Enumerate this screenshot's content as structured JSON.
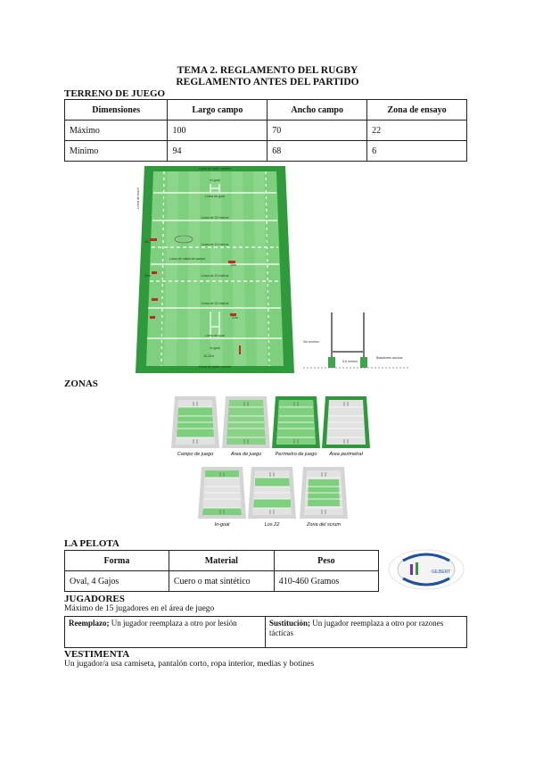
{
  "header": {
    "title_1": "TEMA 2. REGLAMENTO DEL RUGBY",
    "title_2": "REGLAMENTO ANTES DEL PARTIDO"
  },
  "terreno": {
    "heading": "TERRENO DE JUEGO",
    "columns": [
      "Dimensiones",
      "Largo campo",
      "Ancho campo",
      "Zona de ensayo"
    ],
    "rows": [
      [
        "Máximo",
        "100",
        "70",
        "22"
      ],
      [
        "Mínimo",
        "94",
        "68",
        "6"
      ]
    ]
  },
  "field_diagram": {
    "labels": {
      "top_line": "Línea de balón muerto",
      "ingoal_top": "In-goal",
      "goal_line_top": "Línea de goal",
      "l22_top": "Línea de 22 metros",
      "l10_top": "Línea de 10 metros",
      "center": "Línea de mitad de campo",
      "l10_bot": "Línea de 10 metros",
      "l22_bot": "Línea de 22 metros",
      "goal_line_bot": "Línea de goal",
      "ingoal_bot": "In-goal",
      "bottom_line": "Línea de balón muerto",
      "dim_5m": "5m",
      "dim_15m": "15m",
      "dim_10m": "10m",
      "dim_22m": "22m",
      "dim_range": "10-22m",
      "side_touch": "Línea de touch"
    },
    "post_labels": {
      "height": "3m mínimo",
      "width": "5,6 metros",
      "note": "Bastidores anchos"
    },
    "colors": {
      "field": "#3fa54a",
      "field_light": "#7ccf7b",
      "border": "#2e8b3a"
    }
  },
  "zonas": {
    "heading": "ZONAS",
    "row1": [
      "Campo de juego",
      "Área de juego",
      "Perímetro de juego",
      "Área perimetral"
    ],
    "row2": [
      "In-goal",
      "Los 22",
      "Zona del scrum"
    ]
  },
  "pelota": {
    "heading": "LA PELOTA",
    "columns": [
      "Forma",
      "Material",
      "Peso"
    ],
    "rows": [
      [
        "Oval, 4 Gajos",
        "Cuero o mat sintético",
        "410-460 Gramos"
      ]
    ],
    "ball_text": "GILBERT"
  },
  "jugadores": {
    "heading": "JUGADORES",
    "text": "Máximo de 15 jugadores en el área de juego",
    "reemplazo_label": "Reemplazo;",
    "reemplazo_text": " Un jugador reemplaza a otro por lesión",
    "sustitucion_label": "Sustitución;",
    "sustitucion_text": " Un jugador reemplaza a otro por razones tácticas"
  },
  "vestimenta": {
    "heading": "VESTIMENTA",
    "text": "Un jugador/a usa camiseta, pantalón corto, ropa interior, medias y botines"
  }
}
